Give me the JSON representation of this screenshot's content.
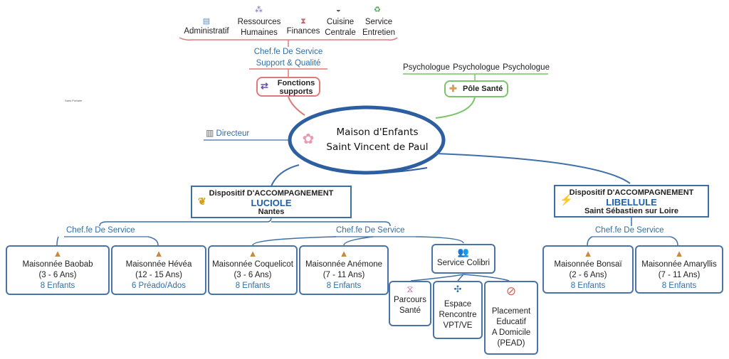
{
  "support_services": [
    {
      "line1": "",
      "line2": "Administratif",
      "icon": "admin-icon",
      "color": "#5b8dbf"
    },
    {
      "line1": "Ressources",
      "line2": "Humaines",
      "icon": "network-icon",
      "color": "#7a6ab8"
    },
    {
      "line1": "",
      "line2": "Finances",
      "icon": "hourglass-icon",
      "color": "#c4656b"
    },
    {
      "line1": "Cuisine",
      "line2": "Centrale",
      "icon": "cooking-pot-icon",
      "color": "#555555"
    },
    {
      "line1": "Service",
      "line2": "Entretien",
      "icon": "recycle-icon",
      "color": "#4aa34a"
    }
  ],
  "chef_support": {
    "line1": "Chef.fe De Service",
    "line2": "Support & Qualité"
  },
  "fonctions": {
    "line1": "Fonctions",
    "line2": "supports"
  },
  "psychologues": [
    "Psychologue",
    "Psychologue",
    "Psychologue"
  ],
  "pole_sante": {
    "label": "Pôle Santé"
  },
  "directeur": {
    "label": "Directeur"
  },
  "tiny_note": "Sans Portaire",
  "center": {
    "line1": "Maison d'Enfants",
    "line2": "Saint Vincent de Paul"
  },
  "luciole": {
    "line1": "Dispositif D'ACCOMPAGNEMENT",
    "name": "LUCIOLE",
    "city": "Nantes"
  },
  "libellule": {
    "line1": "Dispositif D'ACCOMPAGNEMENT",
    "name": "LIBELLULE",
    "city": "Saint Sébastien sur Loire"
  },
  "chefs": {
    "left": "Chef.fe De Service",
    "middle": "Chef.fe De Service",
    "right": "Chef.fe De Service"
  },
  "houses": [
    {
      "name": "Maisonnée  Baobab",
      "ages": "(3 - 6 Ans)",
      "count": "8 Enfants"
    },
    {
      "name": "Maisonnée Hévéa",
      "ages": "(12 - 15 Ans)",
      "count": "6 Préado/Ados"
    },
    {
      "name": "Maisonnée Coquelicot",
      "ages": "(3 - 6 Ans)",
      "count": "8 Enfants"
    },
    {
      "name": "Maisonnée Anémone",
      "ages": "(7 - 11 Ans)",
      "count": "8 Enfants"
    },
    {
      "name": "Maisonnée Bonsaï",
      "ages": "(2 - 6 Ans)",
      "count": "8 Enfants"
    },
    {
      "name": "Maisonnée Amaryllis",
      "ages": "(7 - 11 Ans)",
      "count": "8 Enfants"
    }
  ],
  "colibri": {
    "label": "Service Colibri"
  },
  "colibri_services": [
    {
      "line1": "Parcours",
      "line2": "Santé",
      "line3": "",
      "line4": ""
    },
    {
      "line1": "Espace",
      "line2": "Rencontre",
      "line3": "VPT/VE",
      "line4": ""
    },
    {
      "line1": "Placement",
      "line2": "Educatif",
      "line3": "A Domicile",
      "line4": "(PEAD)"
    }
  ],
  "colors": {
    "red_link": "#e07a78",
    "green_link": "#7cc46a",
    "blue_link": "#3f6fa8",
    "ellipse": "#2d5ea0"
  }
}
